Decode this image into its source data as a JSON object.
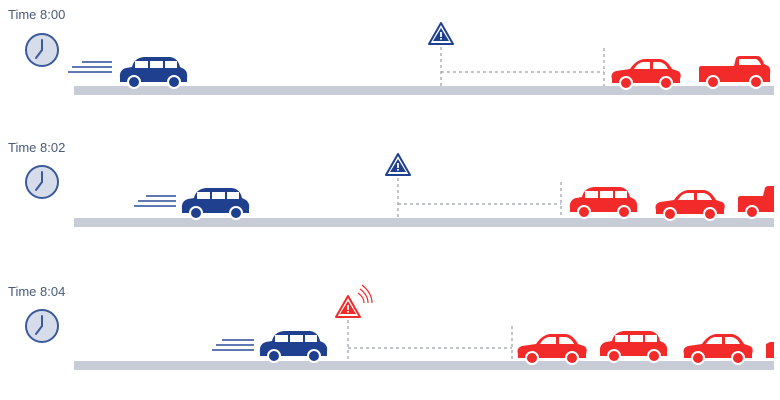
{
  "colors": {
    "own_car": "#1f3f8f",
    "traffic_car": "#f22a2a",
    "road": "#c7ccd6",
    "clock_fill": "#d6dcea",
    "clock_stroke": "#3b5a9a",
    "warning_active": "#f22a2a",
    "warning_idle": "#1f3f8f",
    "dashed_line": "#9aa0aa",
    "speed_lines": "#2a4a9a"
  },
  "icons": {
    "clock": "clock-icon",
    "warning": "warning-triangle-icon",
    "car": "car-icon",
    "pickup": "pickup-truck-icon"
  },
  "scenes": [
    {
      "time_label": "Time 8:00",
      "warning_state": "idle"
    },
    {
      "time_label": "Time 8:02",
      "warning_state": "idle"
    },
    {
      "time_label": "Time 8:04",
      "warning_state": "active"
    }
  ]
}
